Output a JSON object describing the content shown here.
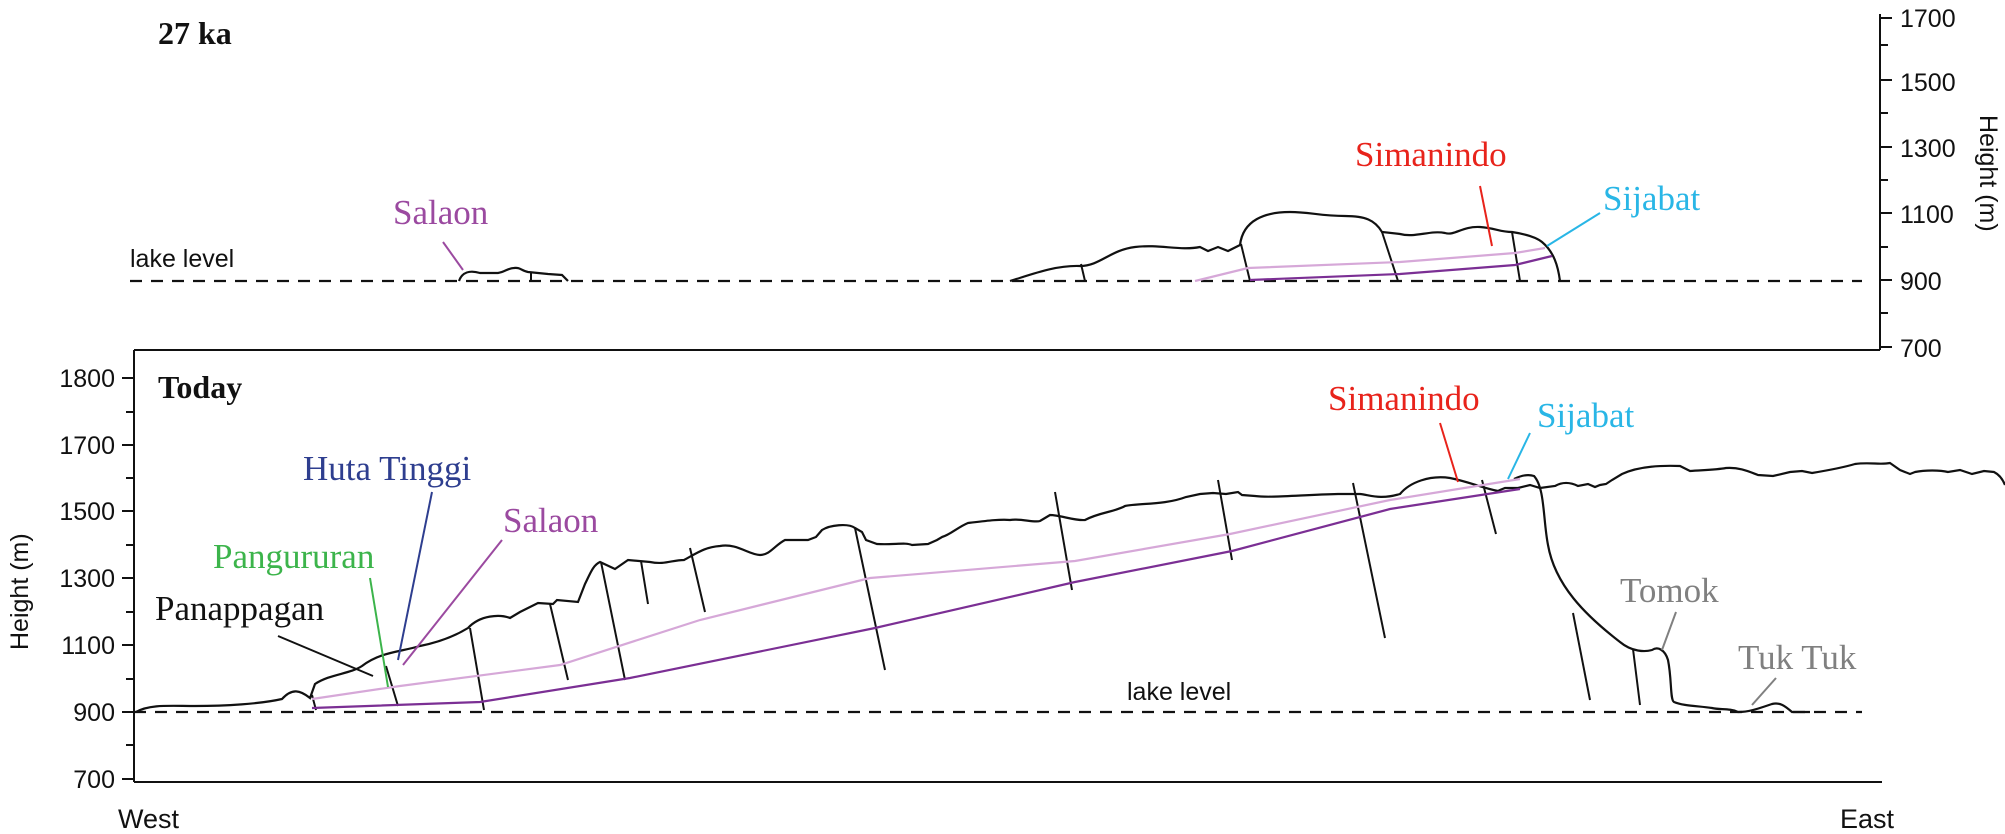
{
  "top_panel": {
    "label": "27 ka",
    "y_axis_label": "Height (m)",
    "y_ticks": [
      "1700",
      "1500",
      "1300",
      "1100",
      "900",
      "700"
    ],
    "lake_label": "lake level",
    "site_labels": [
      {
        "name": "Salaon",
        "color": "#9b4aa0"
      },
      {
        "name": "Simanindo",
        "color": "#e8231b"
      },
      {
        "name": "Sijabat",
        "color": "#29b6e6"
      }
    ]
  },
  "bottom_panel": {
    "label": "Today",
    "y_axis_label": "Height (m)",
    "y_ticks": [
      "1800",
      "1700",
      "1500",
      "1300",
      "1100",
      "900",
      "700"
    ],
    "lake_label": "lake level",
    "site_labels": [
      {
        "name": "Huta Tinggi",
        "color": "#2e3e8f"
      },
      {
        "name": "Salaon",
        "color": "#9b4aa0"
      },
      {
        "name": "Pangururan",
        "color": "#3cb44b"
      },
      {
        "name": "Panappagan",
        "color": "#111111"
      },
      {
        "name": "Simanindo",
        "color": "#e8231b"
      },
      {
        "name": "Sijabat",
        "color": "#29b6e6"
      },
      {
        "name": "Tomok",
        "color": "#808080"
      },
      {
        "name": "Tuk Tuk",
        "color": "#808080"
      }
    ]
  },
  "x_axis": {
    "west": "West",
    "east": "East"
  },
  "colors": {
    "terrain": "#111111",
    "upper_layer": "#d6a8d8",
    "lower_layer": "#7b2f94"
  }
}
